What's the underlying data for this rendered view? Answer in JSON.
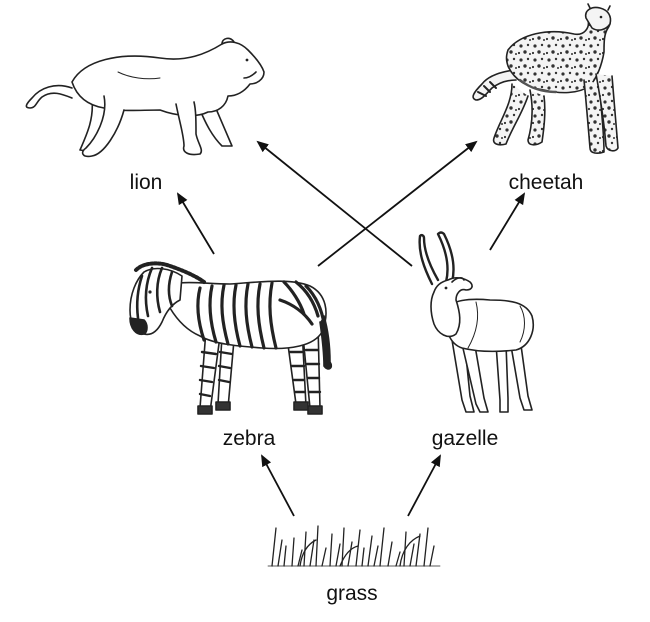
{
  "diagram": {
    "type": "food-web",
    "nodes": [
      {
        "id": "lion",
        "label": "lion",
        "icon": "lion-icon"
      },
      {
        "id": "cheetah",
        "label": "cheetah",
        "icon": "cheetah-icon"
      },
      {
        "id": "zebra",
        "label": "zebra",
        "icon": "zebra-icon"
      },
      {
        "id": "gazelle",
        "label": "gazelle",
        "icon": "gazelle-icon"
      },
      {
        "id": "grass",
        "label": "grass",
        "icon": "grass-icon"
      }
    ],
    "edges": [
      {
        "from": "grass",
        "to": "zebra"
      },
      {
        "from": "grass",
        "to": "gazelle"
      },
      {
        "from": "zebra",
        "to": "lion"
      },
      {
        "from": "zebra",
        "to": "cheetah"
      },
      {
        "from": "gazelle",
        "to": "lion"
      },
      {
        "from": "gazelle",
        "to": "cheetah"
      }
    ]
  }
}
